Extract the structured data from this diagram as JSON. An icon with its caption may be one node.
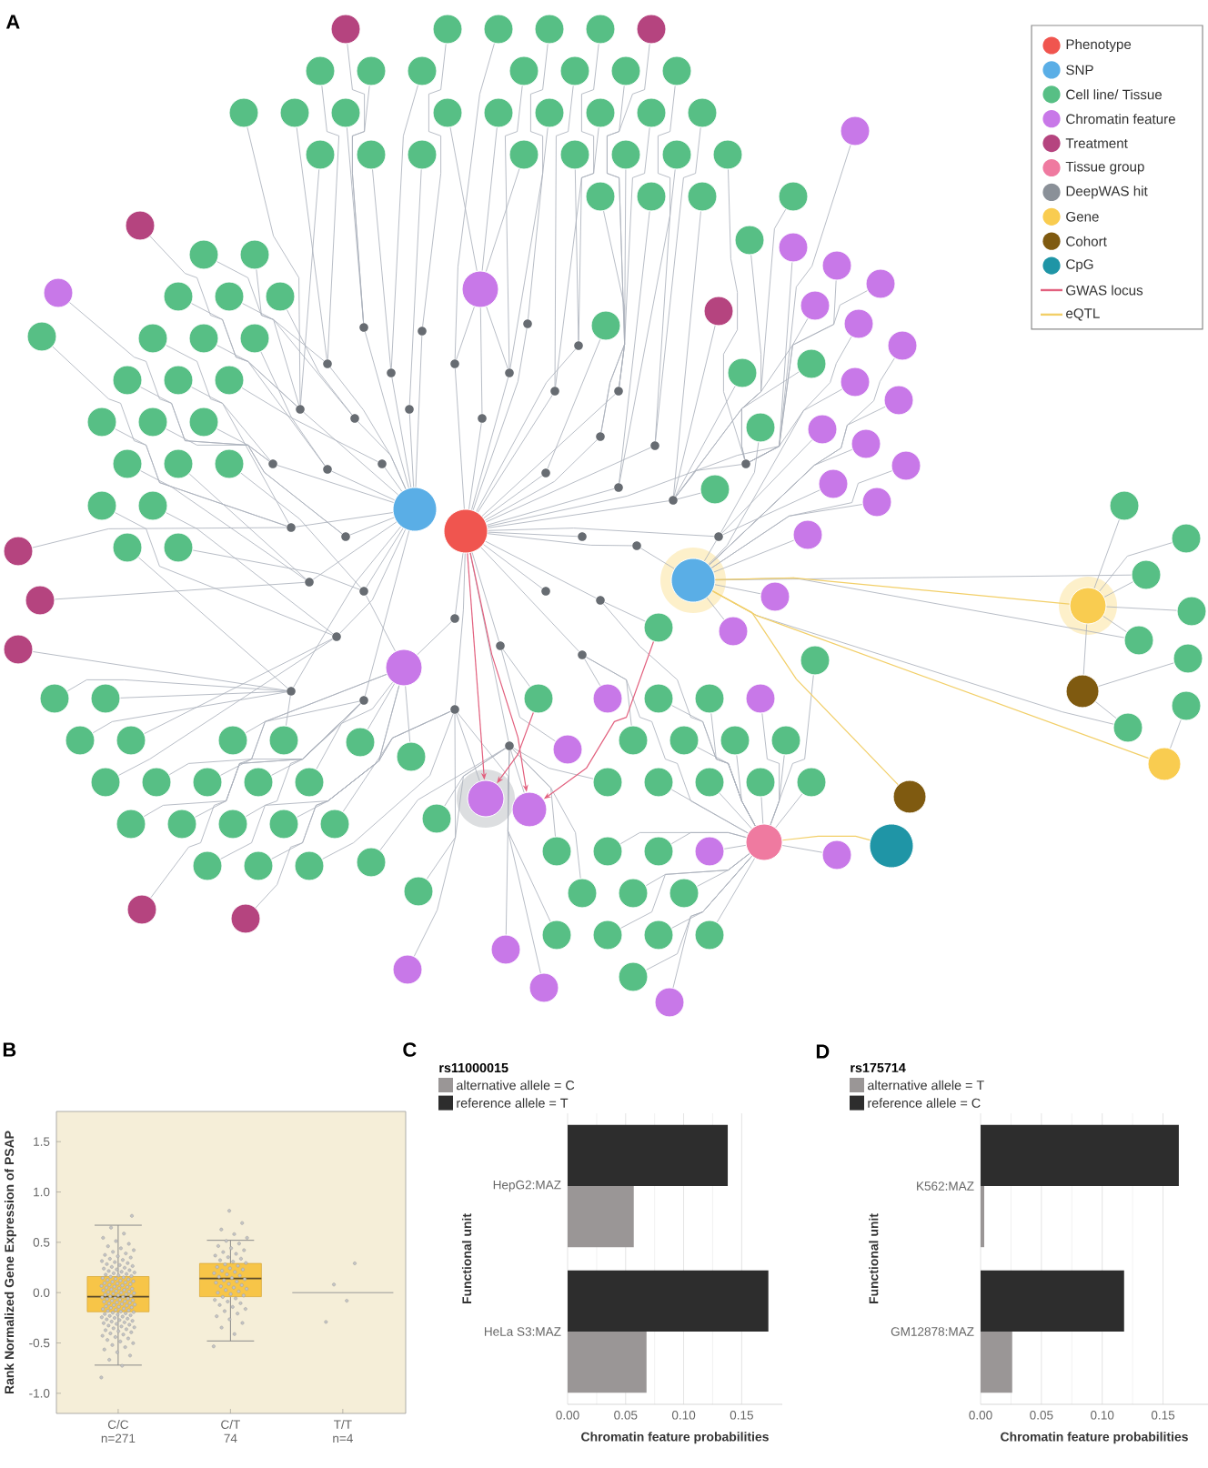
{
  "diagram": {
    "nodes": [
      {
        "text": [],
        "shape": "circle"
      },
      {
        "text": [],
        "shape": "circle"
      },
      {
        "text": [],
        "shape": "circle"
      },
      {
        "text": [],
        "shape": "circle"
      },
      {
        "text": [],
        "shape": "circle"
      },
      {
        "text": [],
        "shape": "circle"
      },
      {
        "text": [],
        "shape": "circle"
      },
      {
        "text": [],
        "shape": "circle"
      },
      {
        "text": [],
        "shape": "circle"
      },
      {
        "text": [],
        "shape": "circle"
      },
      {
        "text": [],
        "shape": "circle"
      },
      {
        "text": [],
        "shape": "circle"
      },
      {
        "text": [],
        "shape": "circle"
      },
      {
        "text": [],
        "shape": "circle"
      },
      {
        "text": [],
        "shape": "circle"
      },
      {
        "text": [],
        "shape": "circle"
      },
      {
        "text": [],
        "shape": "circle"
      },
      {
        "text": [],
        "shape": "circle"
      },
      {
        "text": [],
        "shape": "circle"
      },
      {
        "text": [],
        "shape": "circle"
      },
      {
        "text": [],
        "shape": "circle"
      },
      {
        "text": [],
        "shape": "circle"
      },
      {
        "text": [],
        "shape": "circle"
      },
      {
        "text": [],
        "shape": "circle"
      },
      {
        "text": [],
        "shape": "circle"
      },
      {
        "text": [],
        "shape": "circle"
      },
      {
        "text": [],
        "shape": "circle"
      },
      {
        "text": [],
        "shape": "circle"
      },
      {
        "text": [],
        "shape": "circle"
      },
      {
        "text": [],
        "shape": "circle"
      },
      {
        "text": [],
        "shape": "circle"
      },
      {
        "text": [],
        "shape": "circle"
      },
      {
        "text": [],
        "shape": "circle"
      },
      {
        "text": [],
        "shape": "circle"
      },
      {
        "text": [],
        "shape": "circle"
      },
      {
        "text": [],
        "shape": "circle"
      },
      {
        "text": [],
        "shape": "circle"
      },
      {
        "text": [],
        "shape": "circle"
      },
      {
        "text": [],
        "shape": "circle"
      },
      {
        "text": [],
        "shape": "circle"
      },
      {
        "text": [],
        "shape": "circle"
      },
      {
        "text": [],
        "shape": "circle"
      },
      {
        "text": [],
        "shape": "circle"
      },
      {
        "text": [],
        "shape": "circle"
      },
      {
        "text": [],
        "shape": "circle"
      },
      {
        "text": [],
        "shape": "circle"
      },
      {
        "text": [],
        "shape": "circle"
      },
      {
        "text": [],
        "shape": "circle"
      },
      {
        "text": [],
        "shape": "circle"
      },
      {
        "text": [],
        "shape": "circle"
      },
      {
        "text": [],
        "shape": "circle"
      },
      {
        "text": [],
        "shape": "circle"
      },
      {
        "text": [],
        "shape": "circle"
      },
      {
        "text": [],
        "shape": "circle"
      },
      {
        "text": [],
        "shape": "circle"
      },
      {
        "text": [],
        "shape": "circle"
      },
      {
        "text": [],
        "shape": "circle"
      },
      {
        "text": [],
        "shape": "circle"
      },
      {
        "text": [],
        "shape": "circle"
      },
      {
        "text": [],
        "shape": "circle"
      },
      {
        "text": [],
        "shape": "circle"
      },
      {
        "text": [],
        "shape": "circle"
      },
      {
        "text": [],
        "shape": "circle"
      },
      {
        "text": [],
        "shape": "circle"
      },
      {
        "text": [],
        "shape": "circle"
      },
      {
        "text": [],
        "shape": "circle"
      },
      {
        "text": [],
        "shape": "circle"
      },
      {
        "text": [],
        "shape": "circle"
      },
      {
        "text": [],
        "shape": "circle"
      },
      {
        "text": [],
        "shape": "circle"
      },
      {
        "text": [],
        "shape": "circle"
      },
      {
        "text": [],
        "shape": "circle"
      },
      {
        "text": [],
        "shape": "circle"
      },
      {
        "text": [],
        "shape": "circle"
      },
      {
        "text": [],
        "shape": "circle"
      },
      {
        "text": [],
        "shape": "circle"
      },
      {
        "text": [],
        "shape": "circle"
      },
      {
        "text": [],
        "shape": "circle"
      },
      {
        "text": [],
        "shape": "circle"
      },
      {
        "text": [],
        "shape": "circle"
      },
      {
        "text": [],
        "shape": "circle"
      },
      {
        "text": [],
        "shape": "circle"
      },
      {
        "text": [],
        "shape": "circle"
      },
      {
        "text": [],
        "shape": "circle"
      },
      {
        "text": [],
        "shape": "circle"
      },
      {
        "text": [],
        "shape": "circle"
      },
      {
        "text": [],
        "shape": "circle"
      },
      {
        "text": [],
        "shape": "circle"
      },
      {
        "text": [],
        "shape": "circle"
      },
      {
        "text": [],
        "shape": "circle"
      },
      {
        "text": [],
        "shape": "circle"
      },
      {
        "text": [],
        "shape": "circle"
      },
      {
        "text": [],
        "shape": "circle"
      },
      {
        "text": [],
        "shape": "circle"
      },
      {
        "text": [],
        "shape": "circle"
      },
      {
        "text": [],
        "shape": "circle"
      },
      {
        "text": [],
        "shape": "circle"
      },
      {
        "text": [],
        "shape": "circle"
      },
      {
        "text": [],
        "shape": "circle"
      },
      {
        "text": [],
        "shape": "circle"
      },
      {
        "text": [],
        "shape": "circle"
      },
      {
        "text": [],
        "shape": "circle"
      },
      {
        "text": [],
        "shape": "circle"
      },
      {
        "text": [],
        "shape": "circle"
      },
      {
        "text": [],
        "shape": "circle"
      },
      {
        "text": [],
        "shape": "circle"
      },
      {
        "text": [],
        "shape": "circle"
      },
      {
        "text": [],
        "shape": "circle"
      },
      {
        "text": [],
        "shape": "circle"
      },
      {
        "text": [],
        "shape": "circle"
      },
      {
        "text": [],
        "shape": "circle"
      },
      {
        "text": [],
        "shape": "circle"
      },
      {
        "text": [],
        "shape": "circle"
      },
      {
        "text": [],
        "shape": "circle"
      },
      {
        "text": [],
        "shape": "circle"
      },
      {
        "text": [],
        "shape": "circle"
      },
      {
        "text": [],
        "shape": "circle"
      },
      {
        "text": [],
        "shape": "circle"
      },
      {
        "text": [],
        "shape": "circle"
      },
      {
        "text": [],
        "shape": "circle"
      },
      {
        "text": [],
        "shape": "circle"
      },
      {
        "text": [],
        "shape": "circle"
      },
      {
        "text": [],
        "shape": "circle"
      },
      {
        "text": [],
        "shape": "circle"
      },
      {
        "text": [],
        "shape": "circle"
      },
      {
        "text": [],
        "shape": "circle"
      },
      {
        "text": [],
        "shape": "circle"
      },
      {
        "text": [],
        "shape": "circle"
      },
      {
        "text": [],
        "shape": "circle"
      },
      {
        "text": [],
        "shape": "circle"
      },
      {
        "text": [],
        "shape": "circle"
      },
      {
        "text": [],
        "shape": "circle"
      },
      {
        "text": [],
        "shape": "circle"
      },
      {
        "text": [],
        "shape": "circle"
      },
      {
        "text": [],
        "shape": "circle"
      },
      {
        "text": [],
        "shape": "circle"
      },
      {
        "text": [],
        "shape": "circle"
      },
      {
        "text": [],
        "shape": "circle"
      },
      {
        "text": [],
        "shape": "circle"
      },
      {
        "text": [],
        "shape": "circle"
      },
      {
        "text": [],
        "shape": "circle"
      },
      {
        "text": [],
        "shape": "circle"
      },
      {
        "text": [],
        "shape": "circle"
      },
      {
        "text": [],
        "shape": "circle"
      },
      {
        "text": [],
        "shape": "circle"
      },
      {
        "text": [],
        "shape": "circle"
      },
      {
        "text": [],
        "shape": "circle"
      },
      {
        "text": [],
        "shape": "circle"
      },
      {
        "text": [],
        "shape": "circle"
      },
      {
        "text": [],
        "shape": "circle"
      },
      {
        "text": [],
        "shape": "circle"
      },
      {
        "text": [],
        "shape": "circle"
      },
      {
        "text": [],
        "shape": "circle"
      },
      {
        "text": [],
        "shape": "circle"
      },
      {
        "text": [],
        "shape": "circle"
      },
      {
        "text": [],
        "shape": "circle"
      },
      {
        "text": [],
        "shape": "circle"
      },
      {
        "text": [],
        "shape": "circle"
      },
      {
        "text": [],
        "shape": "circle"
      },
      {
        "text": [],
        "shape": "circle"
      },
      {
        "text": [],
        "shape": "circle"
      },
      {
        "text": [],
        "shape": "circle"
      },
      {
        "text": [],
        "shape": "circle"
      },
      {
        "text": [],
        "shape": "circle"
      },
      {
        "text": [],
        "shape": "circle"
      },
      {
        "text": [],
        "shape": "circle"
      },
      {
        "text": [],
        "shape": "circle"
      },
      {
        "text": [],
        "shape": "circle"
      },
      {
        "text": [],
        "shape": "circle"
      },
      {
        "text": [],
        "shape": "circle"
      },
      {
        "text": [],
        "shape": "circle"
      },
      {
        "text": [],
        "shape": "circle"
      },
      {
        "text": [],
        "shape": "circle"
      },
      {
        "text": [],
        "shape": "circle"
      },
      {
        "text": [],
        "shape": "circle"
      },
      {
        "text": [],
        "shape": "circle"
      },
      {
        "text": [],
        "shape": "circle"
      },
      {
        "text": [],
        "shape": "circle"
      },
      {
        "text": [],
        "shape": "circle"
      },
      {
        "text": [],
        "shape": "circle"
      },
      {
        "text": [],
        "shape": "circle"
      },
      {
        "text": [],
        "shape": "circle"
      },
      {
        "text": [],
        "shape": "circle"
      },
      {
        "text": [],
        "shape": "circle"
      },
      {
        "text": [],
        "shape": "circle"
      },
      {
        "text": [],
        "shape": "circle"
      },
      {
        "text": [],
        "shape": "circle"
      },
      {
        "text": [],
        "shape": "circle"
      },
      {
        "text": [],
        "shape": "circle"
      },
      {
        "text": [],
        "shape": "circle"
      },
      {
        "text": [],
        "shape": "circle"
      },
      {
        "text": [],
        "shape": "circle"
      },
      {
        "text": [],
        "shape": "circle"
      },
      {
        "text": [],
        "shape": "circle"
      },
      {
        "text": [],
        "shape": "circle"
      },
      {
        "text": [],
        "shape": "circle"
      },
      {
        "text": [],
        "shape": "circle"
      },
      {
        "text": [],
        "shape": "circle"
      },
      {
        "text": [],
        "shape": "circle"
      },
      {
        "text": [],
        "shape": "circle"
      },
      {
        "text": [],
        "shape": "circle"
      },
      {
        "text": [],
        "shape": "circle"
      },
      {
        "text": [],
        "shape": "circle"
      },
      {
        "text": [],
        "shape": "circle"
      },
      {
        "text": [],
        "shape": "circle"
      },
      {
        "text": [],
        "shape": "circle"
      }
    ],
    "edges": [
      {
        "from": 166,
        "to": 1,
        "arrow": "none"
      },
      {
        "from": 167,
        "to": 1,
        "arrow": "none"
      },
      {
        "from": 168,
        "to": 0,
        "arrow": "none"
      },
      {
        "from": 169,
        "to": 0,
        "arrow": "none"
      },
      {
        "from": 170,
        "to": 1,
        "arrow": "none"
      },
      {
        "from": 171,
        "to": 1,
        "arrow": "none"
      },
      {
        "from": 172,
        "to": 0,
        "arrow": "none"
      },
      {
        "from": 173,
        "to": 0,
        "arrow": "none"
      },
      {
        "from": 174,
        "to": 0,
        "arrow": "none"
      },
      {
        "from": 175,
        "to": 0,
        "arrow": "none"
      },
      {
        "from": 176,
        "to": 1,
        "arrow": "none"
      },
      {
        "from": 177,
        "to": 1,
        "arrow": "none"
      },
      {
        "from": 178,
        "to": 1,
        "arrow": "none"
      },
      {
        "from": 179,
        "to": 0,
        "arrow": "none"
      },
      {
        "from": 180,
        "to": 0,
        "arrow": "none"
      },
      {
        "from": 181,
        "to": 0,
        "arrow": "none"
      },
      {
        "from": 182,
        "to": 1,
        "arrow": "none"
      },
      {
        "from": 183,
        "to": 1,
        "arrow": "none"
      },
      {
        "from": 184,
        "to": 1,
        "arrow": "none"
      },
      {
        "from": 185,
        "to": 0,
        "arrow": "none"
      },
      {
        "from": 186,
        "to": 0,
        "arrow": "none"
      },
      {
        "from": 187,
        "to": 0,
        "arrow": "none"
      },
      {
        "from": 188,
        "to": 1,
        "arrow": "none"
      },
      {
        "from": 189,
        "to": 1,
        "arrow": "none"
      },
      {
        "from": 190,
        "to": 0,
        "arrow": "none"
      },
      {
        "from": 191,
        "to": 0,
        "arrow": "none"
      },
      {
        "from": 192,
        "to": 1,
        "arrow": "none"
      },
      {
        "from": 193,
        "to": 1,
        "arrow": "none"
      },
      {
        "from": 194,
        "to": 0,
        "arrow": "none"
      },
      {
        "from": 195,
        "to": 0,
        "arrow": "none"
      },
      {
        "from": 196,
        "to": 1,
        "arrow": "none"
      },
      {
        "from": 197,
        "to": 0,
        "arrow": "none"
      },
      {
        "from": 198,
        "to": 0,
        "arrow": "none"
      },
      {
        "from": 199,
        "to": 0,
        "arrow": "none"
      },
      {
        "from": 200,
        "to": 1,
        "arrow": "none"
      },
      {
        "from": 201,
        "to": 0,
        "arrow": "none"
      },
      {
        "from": 202,
        "to": 0,
        "arrow": "none"
      },
      {
        "from": 203,
        "to": 1,
        "arrow": "none"
      },
      {
        "from": 204,
        "to": 0,
        "arrow": "none"
      },
      {
        "from": 205,
        "to": 0,
        "arrow": "none"
      },
      {
        "from": 13,
        "to": 166,
        "arrow": "none"
      },
      {
        "from": 14,
        "to": 167,
        "arrow": "none"
      },
      {
        "from": 15,
        "to": 172,
        "arrow": "none"
      },
      {
        "from": 16,
        "to": 168,
        "arrow": "none"
      },
      {
        "from": 17,
        "to": 169,
        "arrow": "none"
      },
      {
        "from": 18,
        "to": 175,
        "arrow": "none"
      },
      {
        "from": 19,
        "to": 170,
        "arrow": "none"
      },
      {
        "from": 20,
        "to": 166,
        "arrow": "none"
      },
      {
        "from": 21,
        "to": 171,
        "arrow": "none"
      },
      {
        "from": 22,
        "to": 173,
        "arrow": "none"
      },
      {
        "from": 23,
        "to": 174,
        "arrow": "none"
      },
      {
        "from": 24,
        "to": 175,
        "arrow": "none"
      },
      {
        "from": 25,
        "to": 181,
        "arrow": "none"
      },
      {
        "from": 26,
        "to": 176,
        "arrow": "none"
      },
      {
        "from": 27,
        "to": 170,
        "arrow": "none"
      },
      {
        "from": 28,
        "to": 166,
        "arrow": "none"
      },
      {
        "from": 29,
        "to": 9,
        "arrow": "none"
      },
      {
        "from": 30,
        "to": 9,
        "arrow": "none"
      },
      {
        "from": 31,
        "to": 173,
        "arrow": "none"
      },
      {
        "from": 32,
        "to": 174,
        "arrow": "none"
      },
      {
        "from": 33,
        "to": 180,
        "arrow": "none"
      },
      {
        "from": 34,
        "to": 181,
        "arrow": "none"
      },
      {
        "from": 35,
        "to": 176,
        "arrow": "none"
      },
      {
        "from": 36,
        "to": 171,
        "arrow": "none"
      },
      {
        "from": 37,
        "to": 178,
        "arrow": "none"
      },
      {
        "from": 38,
        "to": 9,
        "arrow": "none"
      },
      {
        "from": 39,
        "to": 169,
        "arrow": "none"
      },
      {
        "from": 40,
        "to": 180,
        "arrow": "none"
      },
      {
        "from": 41,
        "to": 186,
        "arrow": "none"
      },
      {
        "from": 42,
        "to": 205,
        "arrow": "none"
      },
      {
        "from": 43,
        "to": 175,
        "arrow": "none"
      },
      {
        "from": 44,
        "to": 186,
        "arrow": "none"
      },
      {
        "from": 45,
        "to": 187,
        "arrow": "none"
      },
      {
        "from": 46,
        "to": 205,
        "arrow": "none"
      },
      {
        "from": 47,
        "to": 205,
        "arrow": "none"
      },
      {
        "from": 48,
        "to": 187,
        "arrow": "none"
      },
      {
        "from": 49,
        "to": 185,
        "arrow": "none"
      },
      {
        "from": 50,
        "to": 187,
        "arrow": "none"
      },
      {
        "from": 51,
        "to": 204,
        "arrow": "none"
      },
      {
        "from": 9,
        "to": 172,
        "arrow": "none"
      },
      {
        "from": 9,
        "to": 173,
        "arrow": "none"
      },
      {
        "from": 9,
        "to": 179,
        "arrow": "none"
      },
      {
        "from": 52,
        "to": 176,
        "arrow": "none"
      },
      {
        "from": 53,
        "to": 182,
        "arrow": "none"
      },
      {
        "from": 54,
        "to": 188,
        "arrow": "none"
      },
      {
        "from": 55,
        "to": 170,
        "arrow": "none"
      },
      {
        "from": 56,
        "to": 176,
        "arrow": "none"
      },
      {
        "from": 57,
        "to": 176,
        "arrow": "none"
      },
      {
        "from": 58,
        "to": 177,
        "arrow": "none"
      },
      {
        "from": 59,
        "to": 177,
        "arrow": "none"
      },
      {
        "from": 60,
        "to": 182,
        "arrow": "none"
      },
      {
        "from": 61,
        "to": 183,
        "arrow": "none"
      },
      {
        "from": 62,
        "to": 183,
        "arrow": "none"
      },
      {
        "from": 63,
        "to": 182,
        "arrow": "none"
      },
      {
        "from": 64,
        "to": 188,
        "arrow": "none"
      },
      {
        "from": 65,
        "to": 184,
        "arrow": "none"
      },
      {
        "from": 66,
        "to": 188,
        "arrow": "none"
      },
      {
        "from": 67,
        "to": 189,
        "arrow": "none"
      },
      {
        "from": 68,
        "to": 189,
        "arrow": "none"
      },
      {
        "from": 69,
        "to": 192,
        "arrow": "none"
      },
      {
        "from": 70,
        "to": 192,
        "arrow": "none"
      },
      {
        "from": 71,
        "to": 193,
        "arrow": "none"
      },
      {
        "from": 72,
        "to": 196,
        "arrow": "none"
      },
      {
        "from": 73,
        "to": 196,
        "arrow": "none"
      },
      {
        "from": 74,
        "to": 203,
        "arrow": "none"
      },
      {
        "from": 75,
        "to": 193,
        "arrow": "none"
      },
      {
        "from": 76,
        "to": 188,
        "arrow": "none"
      },
      {
        "from": 77,
        "to": 192,
        "arrow": "none"
      },
      {
        "from": 78,
        "to": 203,
        "arrow": "none"
      },
      {
        "from": 79,
        "to": 203,
        "arrow": "none"
      },
      {
        "from": 80,
        "to": 203,
        "arrow": "none"
      },
      {
        "from": 81,
        "to": 203,
        "arrow": "none"
      },
      {
        "from": 82,
        "to": 196,
        "arrow": "none"
      },
      {
        "from": 83,
        "to": 200,
        "arrow": "none"
      },
      {
        "from": 84,
        "to": 203,
        "arrow": "none"
      },
      {
        "from": 85,
        "to": 196,
        "arrow": "none"
      },
      {
        "from": 86,
        "to": 200,
        "arrow": "none"
      },
      {
        "from": 87,
        "to": 10,
        "arrow": "none"
      },
      {
        "from": 88,
        "to": 10,
        "arrow": "none"
      },
      {
        "from": 89,
        "to": 200,
        "arrow": "none"
      },
      {
        "from": 90,
        "to": 200,
        "arrow": "none"
      },
      {
        "from": 91,
        "to": 10,
        "arrow": "none"
      },
      {
        "from": 92,
        "to": 201,
        "arrow": "none"
      },
      {
        "from": 93,
        "to": 10,
        "arrow": "none"
      },
      {
        "from": 94,
        "to": 201,
        "arrow": "none"
      },
      {
        "from": 95,
        "to": 200,
        "arrow": "none"
      },
      {
        "from": 96,
        "to": 10,
        "arrow": "none"
      },
      {
        "from": 97,
        "to": 201,
        "arrow": "none"
      },
      {
        "from": 98,
        "to": 200,
        "arrow": "none"
      },
      {
        "from": 99,
        "to": 201,
        "arrow": "none"
      },
      {
        "from": 100,
        "to": 202,
        "arrow": "none"
      },
      {
        "from": 101,
        "to": 202,
        "arrow": "none"
      },
      {
        "from": 102,
        "to": 10,
        "arrow": "none"
      },
      {
        "from": 103,
        "to": 202,
        "arrow": "none"
      },
      {
        "from": 104,
        "to": 10,
        "arrow": "none"
      },
      {
        "from": 10,
        "to": 197,
        "arrow": "none"
      },
      {
        "from": 10,
        "to": 193,
        "arrow": "none"
      },
      {
        "from": 105,
        "to": 198,
        "arrow": "none"
      },
      {
        "from": 106,
        "to": 198,
        "arrow": "none"
      },
      {
        "from": 107,
        "to": 199,
        "arrow": "none"
      },
      {
        "from": 108,
        "to": 3,
        "arrow": "none"
      },
      {
        "from": 109,
        "to": 3,
        "arrow": "none"
      },
      {
        "from": 110,
        "to": 199,
        "arrow": "none"
      },
      {
        "from": 111,
        "to": 3,
        "arrow": "none"
      },
      {
        "from": 112,
        "to": 3,
        "arrow": "none"
      },
      {
        "from": 113,
        "to": 3,
        "arrow": "none"
      },
      {
        "from": 114,
        "to": 3,
        "arrow": "none"
      },
      {
        "from": 115,
        "to": 202,
        "arrow": "none"
      },
      {
        "from": 116,
        "to": 3,
        "arrow": "none"
      },
      {
        "from": 117,
        "to": 3,
        "arrow": "none"
      },
      {
        "from": 118,
        "to": 2,
        "arrow": "none"
      },
      {
        "from": 119,
        "to": 2,
        "arrow": "none"
      },
      {
        "from": 120,
        "to": 195,
        "arrow": "none"
      },
      {
        "from": 121,
        "to": 187,
        "arrow": "none"
      },
      {
        "from": 122,
        "to": 3,
        "arrow": "none"
      },
      {
        "from": 123,
        "to": 3,
        "arrow": "none"
      },
      {
        "from": 124,
        "to": 3,
        "arrow": "none"
      },
      {
        "from": 125,
        "to": 3,
        "arrow": "none"
      },
      {
        "from": 126,
        "to": 3,
        "arrow": "none"
      },
      {
        "from": 127,
        "to": 3,
        "arrow": "none"
      },
      {
        "from": 128,
        "to": 202,
        "arrow": "none"
      },
      {
        "from": 129,
        "to": 201,
        "arrow": "none"
      },
      {
        "from": 130,
        "to": 3,
        "arrow": "none"
      },
      {
        "from": 131,
        "to": 3,
        "arrow": "none"
      },
      {
        "from": 132,
        "to": 3,
        "arrow": "none"
      },
      {
        "from": 133,
        "to": 3,
        "arrow": "none"
      },
      {
        "from": 134,
        "to": 3,
        "arrow": "none"
      },
      {
        "from": 135,
        "to": 3,
        "arrow": "none"
      },
      {
        "from": 136,
        "to": 202,
        "arrow": "none"
      },
      {
        "from": 137,
        "to": 201,
        "arrow": "none"
      },
      {
        "from": 138,
        "to": 202,
        "arrow": "none"
      },
      {
        "from": 139,
        "to": 202,
        "arrow": "none"
      },
      {
        "from": 140,
        "to": 3,
        "arrow": "none"
      },
      {
        "from": 141,
        "to": 3,
        "arrow": "none"
      },
      {
        "from": 3,
        "to": 199,
        "arrow": "none"
      },
      {
        "from": 3,
        "to": 195,
        "arrow": "none"
      },
      {
        "from": 11,
        "to": 201,
        "arrow": "none"
      },
      {
        "from": 12,
        "to": 202,
        "arrow": "none"
      },
      {
        "from": 142,
        "to": 205,
        "arrow": "none"
      },
      {
        "from": 143,
        "to": 205,
        "arrow": "none"
      },
      {
        "from": 144,
        "to": 205,
        "arrow": "none"
      },
      {
        "from": 145,
        "to": 187,
        "arrow": "none"
      },
      {
        "from": 146,
        "to": 205,
        "arrow": "none"
      },
      {
        "from": 147,
        "to": 187,
        "arrow": "none"
      },
      {
        "from": 148,
        "to": 2,
        "arrow": "none"
      },
      {
        "from": 149,
        "to": 187,
        "arrow": "none"
      },
      {
        "from": 150,
        "to": 2,
        "arrow": "none"
      },
      {
        "from": 151,
        "to": 2,
        "arrow": "none"
      },
      {
        "from": 152,
        "to": 204,
        "arrow": "none"
      },
      {
        "from": 153,
        "to": 2,
        "arrow": "none"
      },
      {
        "from": 154,
        "to": 2,
        "arrow": "none"
      },
      {
        "from": 155,
        "to": 204,
        "arrow": "none"
      },
      {
        "from": 156,
        "to": 2,
        "arrow": "none"
      },
      {
        "from": 157,
        "to": 2,
        "arrow": "none"
      },
      {
        "from": 2,
        "to": 204,
        "arrow": "none"
      },
      {
        "from": 2,
        "to": 191,
        "arrow": "none"
      },
      {
        "from": 158,
        "to": 7,
        "arrow": "none"
      },
      {
        "from": 159,
        "to": 7,
        "arrow": "none"
      },
      {
        "from": 160,
        "to": 7,
        "arrow": "none"
      },
      {
        "from": 161,
        "to": 7,
        "arrow": "none"
      },
      {
        "from": 162,
        "to": 7,
        "arrow": "none"
      },
      {
        "from": 163,
        "to": 6,
        "arrow": "none"
      },
      {
        "from": 164,
        "to": 6,
        "arrow": "none"
      },
      {
        "from": 165,
        "to": 8,
        "arrow": "none"
      },
      {
        "from": 2,
        "to": 160,
        "arrow": "none"
      },
      {
        "from": 2,
        "to": 162,
        "arrow": "none"
      },
      {
        "from": 2,
        "to": 164,
        "arrow": "none"
      },
      {
        "from": 7,
        "to": 6,
        "arrow": "none"
      },
      {
        "from": 0,
        "to": 11,
        "arrow": "to",
        "color": "#e2607e"
      },
      {
        "from": 0,
        "to": 12,
        "arrow": "to",
        "color": "#e2607e"
      },
      {
        "from": 120,
        "to": 12,
        "arrow": "to",
        "color": "#e2607e"
      },
      {
        "from": 105,
        "to": 11,
        "arrow": "to",
        "color": "#e2607e"
      },
      {
        "from": 2,
        "to": 7,
        "arrow": "none",
        "color": "#f2cf68"
      },
      {
        "from": 2,
        "to": 8,
        "arrow": "none",
        "color": "#f2cf68"
      },
      {
        "from": 2,
        "to": 5,
        "arrow": "none",
        "color": "#f2cf68"
      },
      {
        "from": 3,
        "to": 4,
        "arrow": "none",
        "color": "#f2cf68"
      }
    ],
    "labels": [
      "A",
      "B",
      "C",
      "D"
    ],
    "legend": [
      {
        "text": "Phenotype",
        "color": "#f0554f"
      },
      {
        "text": "SNP",
        "color": "#5aaee6"
      },
      {
        "text": "Cell line/ Tissue",
        "color": "#57bf85"
      },
      {
        "text": "Chromatin feature",
        "color": "#c878e8"
      },
      {
        "text": "Treatment",
        "color": "#b5447f"
      },
      {
        "text": "Tissue group",
        "color": "#ef7aa0"
      },
      {
        "text": "DeepWAS hit",
        "color": "#8a9098"
      },
      {
        "text": "Gene",
        "color": "#f9cc50"
      },
      {
        "text": "Cohort",
        "color": "#7f5a10"
      },
      {
        "text": "CpG",
        "color": "#1f95a6"
      },
      {
        "text": "GWAS locus"
      },
      {
        "text": "eQTL"
      }
    ],
    "chart_data": [
      {
        "type": "scatter",
        "ylabel": "Rank Normalized Gene Expression of PSAP",
        "categories": [
          "C/C n=271",
          "C/T 74",
          "T/T n=4"
        ],
        "ylim": [
          -1.2,
          1.8
        ],
        "yticks": [
          {
            "value": -1.0,
            "label": "-1.0"
          },
          {
            "value": -0.5,
            "label": "-0.5"
          },
          {
            "value": 0.0,
            "label": "0.0"
          },
          {
            "value": 0.5,
            "label": "0.5"
          },
          {
            "value": 1.0,
            "label": "1.0"
          },
          {
            "value": 1.5,
            "label": "1.5"
          }
        ]
      },
      {
        "type": "bar",
        "orientation": "horizontal",
        "title": "rs11000015",
        "xlabel": "Chromatin feature probabilities",
        "ylabel": "Functional unit",
        "grid": true,
        "categories": [
          "HepG2:MAZ",
          "HeLa S3:MAZ"
        ],
        "series": [
          {
            "name": "alternative allele = C",
            "color": "#9a9696",
            "values": [
              0.057,
              0.068
            ]
          },
          {
            "name": "reference allele = T",
            "color": "#2d2d2d",
            "values": [
              0.138,
              0.173
            ]
          }
        ],
        "xlim": [
          0,
          0.185
        ],
        "xticks": [
          {
            "value": 0,
            "label": "0.00"
          },
          {
            "value": 0.05,
            "label": "0.05"
          },
          {
            "value": 0.1,
            "label": "0.10"
          },
          {
            "value": 0.15,
            "label": "0.15"
          }
        ]
      },
      {
        "type": "bar",
        "orientation": "horizontal",
        "title": "rs175714",
        "xlabel": "Chromatin feature probabilities",
        "ylabel": "Functional unit",
        "grid": true,
        "categories": [
          "K562:MAZ",
          "GM12878:MAZ"
        ],
        "series": [
          {
            "name": "alternative allele = T",
            "color": "#9a9696",
            "values": [
              0.003,
              0.026
            ]
          },
          {
            "name": "reference allele = C",
            "color": "#2d2d2d",
            "values": [
              0.163,
              0.118
            ]
          }
        ],
        "xlim": [
          0,
          0.187
        ],
        "xticks": [
          {
            "value": 0,
            "label": "0.00"
          },
          {
            "value": 0.05,
            "label": "0.05"
          },
          {
            "value": 0.1,
            "label": "0.10"
          },
          {
            "value": 0.15,
            "label": "0.15"
          }
        ]
      }
    ]
  }
}
